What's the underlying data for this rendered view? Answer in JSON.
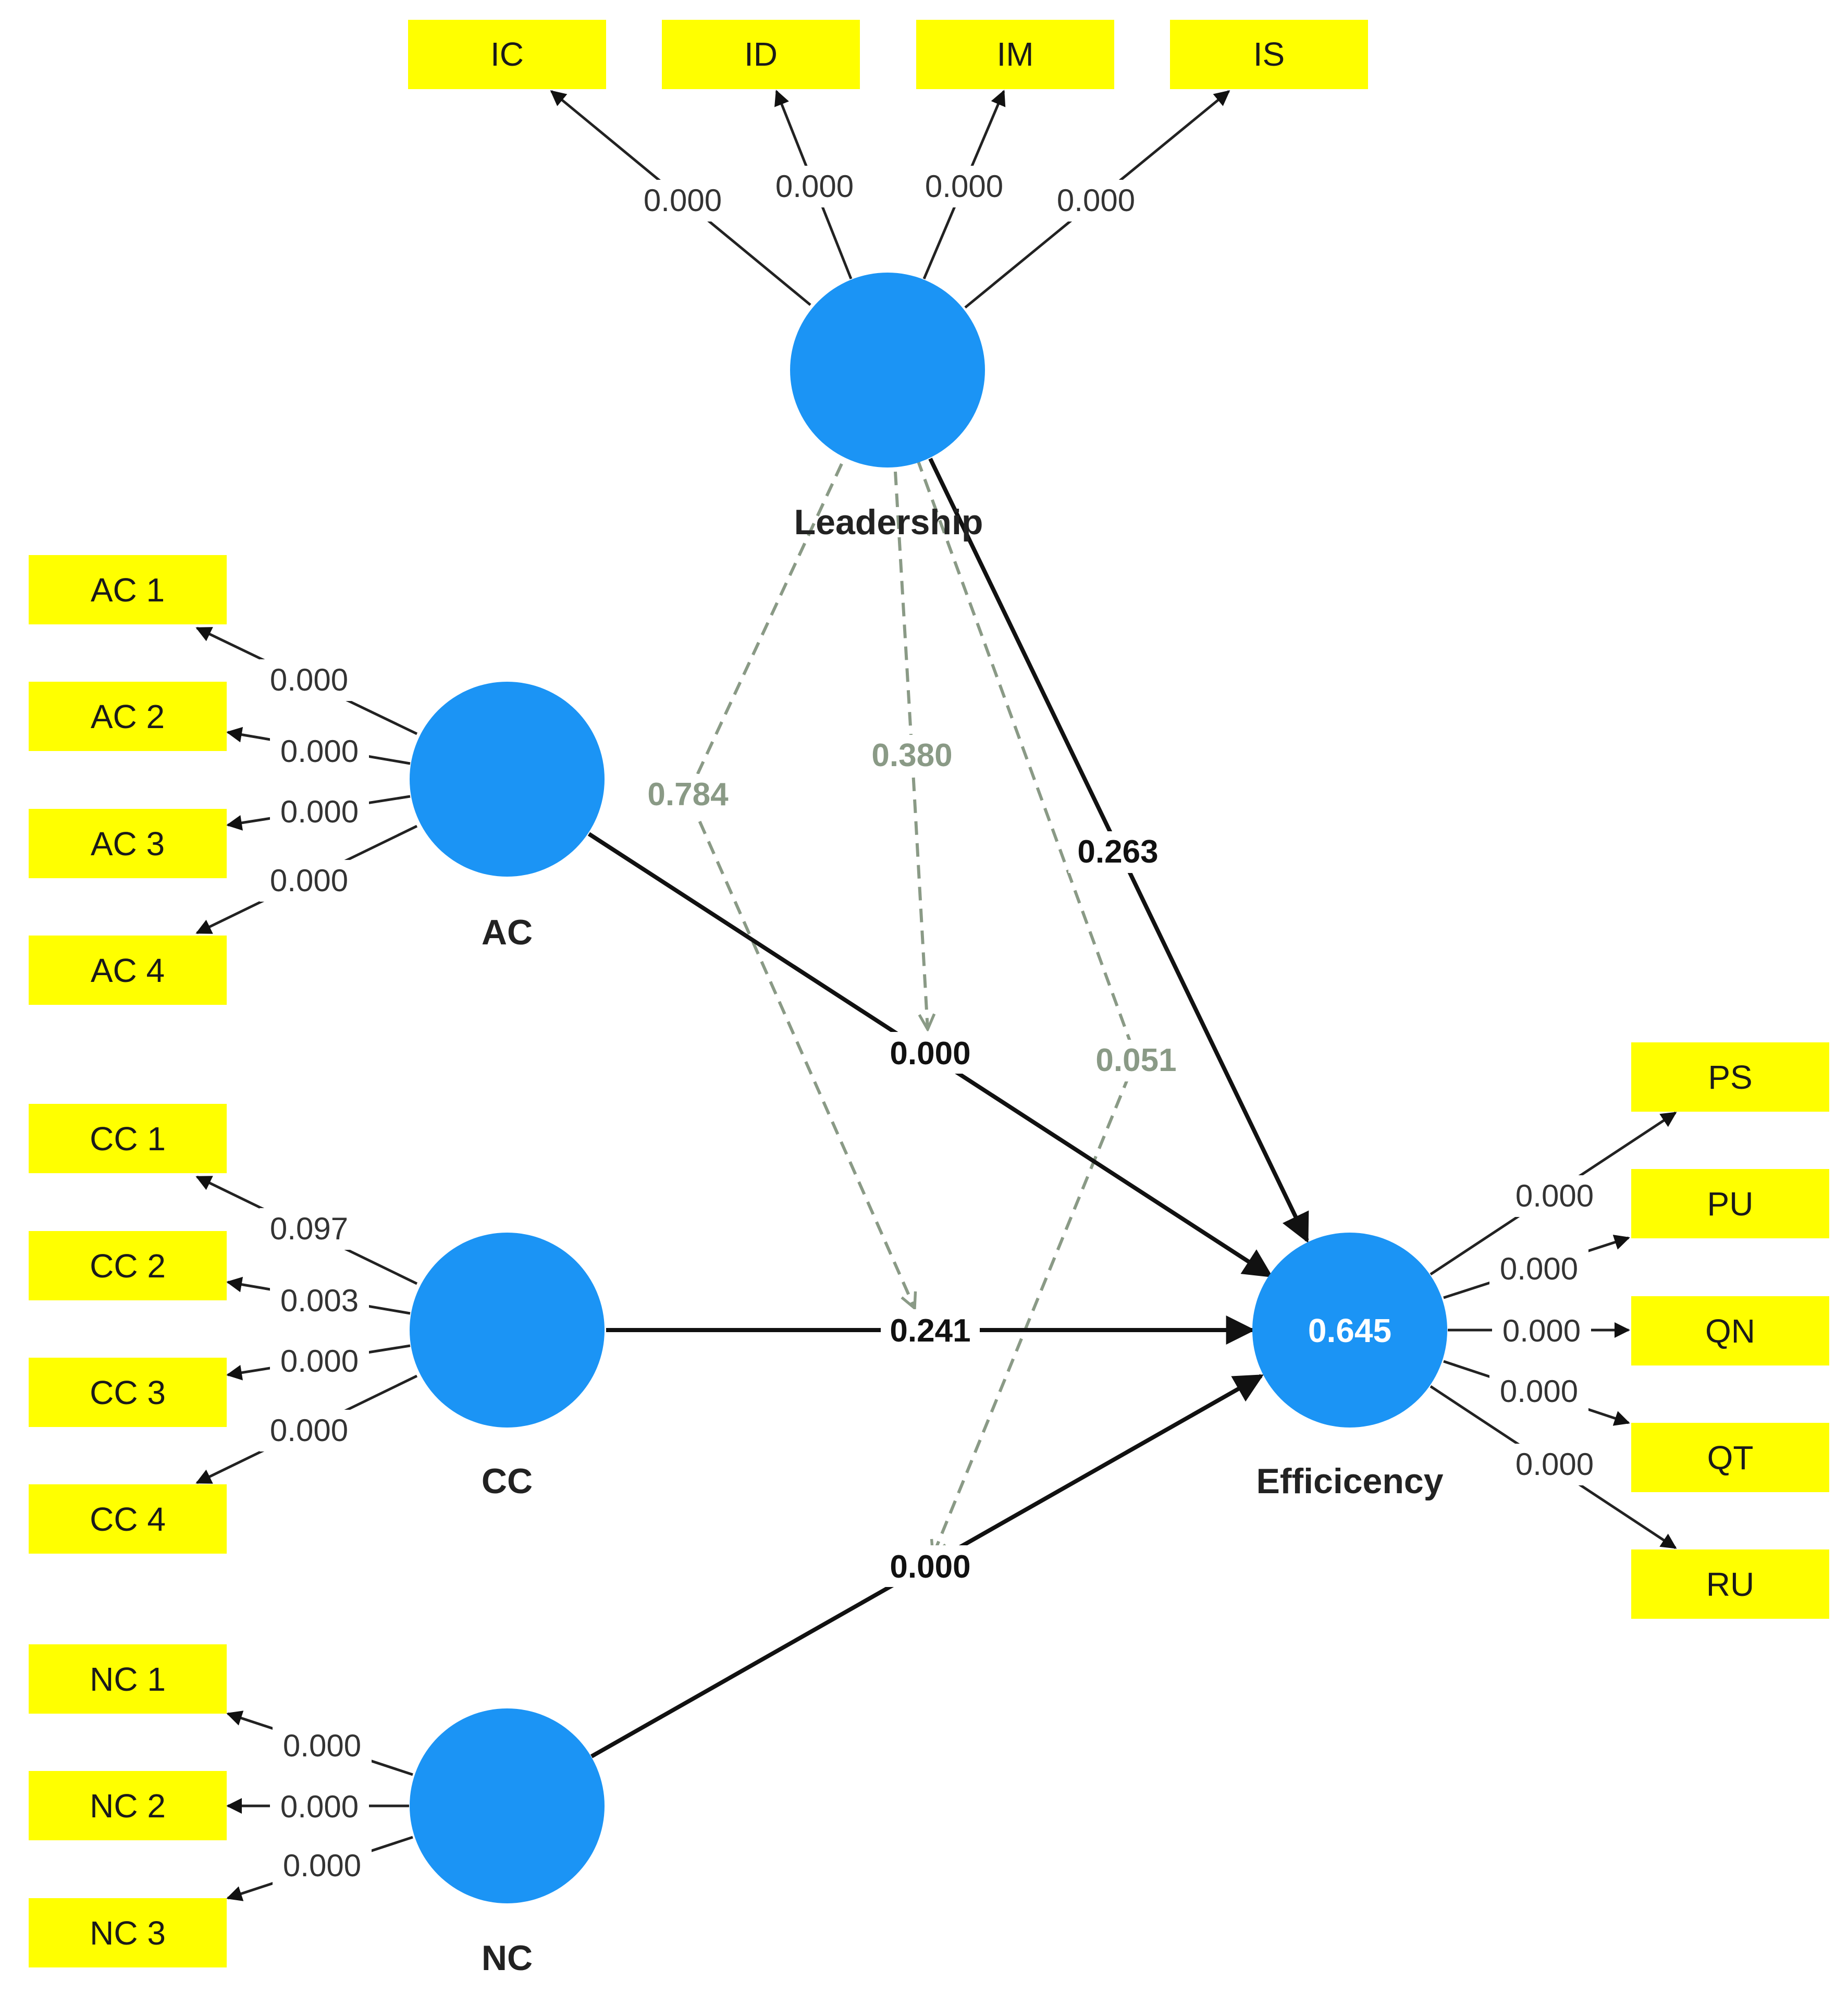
{
  "constructs": {
    "leadership": {
      "label": "Leadership"
    },
    "ac": {
      "label": "AC"
    },
    "cc": {
      "label": "CC"
    },
    "nc": {
      "label": "NC"
    },
    "efficiency": {
      "label": "Efficicency",
      "r_squared": "0.645"
    }
  },
  "indicators": {
    "leadership": [
      {
        "label": "IC",
        "value": "0.000"
      },
      {
        "label": "ID",
        "value": "0.000"
      },
      {
        "label": "IM",
        "value": "0.000"
      },
      {
        "label": "IS",
        "value": "0.000"
      }
    ],
    "ac": [
      {
        "label": "AC 1",
        "value": "0.000"
      },
      {
        "label": "AC 2",
        "value": "0.000"
      },
      {
        "label": "AC 3",
        "value": "0.000"
      },
      {
        "label": "AC 4",
        "value": "0.000"
      }
    ],
    "cc": [
      {
        "label": "CC 1",
        "value": "0.097"
      },
      {
        "label": "CC 2",
        "value": "0.003"
      },
      {
        "label": "CC 3",
        "value": "0.000"
      },
      {
        "label": "CC 4",
        "value": "0.000"
      }
    ],
    "nc": [
      {
        "label": "NC 1",
        "value": "0.000"
      },
      {
        "label": "NC 2",
        "value": "0.000"
      },
      {
        "label": "NC 3",
        "value": "0.000"
      }
    ],
    "efficiency": [
      {
        "label": "PS",
        "value": "0.000"
      },
      {
        "label": "PU",
        "value": "0.000"
      },
      {
        "label": "QN",
        "value": "0.000"
      },
      {
        "label": "QT",
        "value": "0.000"
      },
      {
        "label": "RU",
        "value": "0.000"
      }
    ]
  },
  "paths": {
    "leadership_efficiency": "0.263",
    "ac_efficiency": "0.000",
    "cc_efficiency": "0.241",
    "nc_efficiency": "0.000"
  },
  "moderations": {
    "leadership_ac": "0.380",
    "leadership_cc": "0.784",
    "leadership_nc": "0.051"
  },
  "colors": {
    "indicator_fill": "#ffff00",
    "construct_fill": "#1b94f5",
    "path_stroke": "#111111",
    "moderation_stroke": "#8a9a86"
  }
}
